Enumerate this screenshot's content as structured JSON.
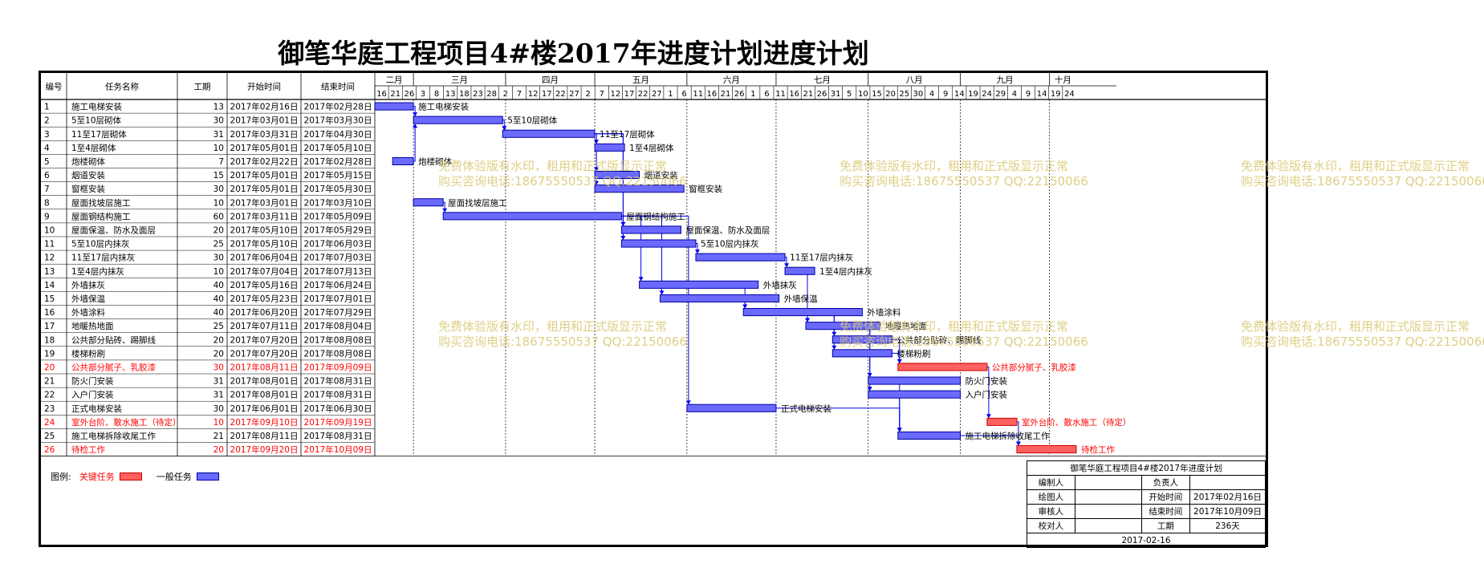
{
  "title": "御笔华庭工程项目4#楼2017年进度计划进度计划",
  "headers": {
    "id": "编号",
    "name": "任务名称",
    "duration": "工期",
    "start": "开始时间",
    "end": "结束时间"
  },
  "months": [
    {
      "label": "二月",
      "days": [
        "16",
        "21",
        "26"
      ]
    },
    {
      "label": "三月",
      "days": [
        "3",
        "8",
        "13",
        "18",
        "23",
        "28"
      ]
    },
    {
      "label": "四月",
      "days": [
        "2",
        "7",
        "12",
        "17",
        "22",
        "27"
      ]
    },
    {
      "label": "五月",
      "days": [
        "2",
        "7",
        "12",
        "17",
        "22",
        "27"
      ]
    },
    {
      "label": "六月",
      "days": [
        "1",
        "6",
        "11",
        "16",
        "21",
        "26"
      ]
    },
    {
      "label": "七月",
      "days": [
        "1",
        "6",
        "11",
        "16",
        "21",
        "26"
      ]
    },
    {
      "label": "八月",
      "days": [
        "31",
        "5",
        "10",
        "15",
        "20",
        "25"
      ]
    },
    {
      "label": "九月",
      "days": [
        "30",
        "4",
        "9",
        "14",
        "19",
        "24"
      ]
    },
    {
      "label": "十月",
      "days": [
        "29",
        "4",
        "9",
        "14",
        "19",
        "24"
      ]
    }
  ],
  "chart_data": {
    "type": "gantt",
    "title": "御笔华庭工程项目4#楼2017年进度计划进度计划",
    "x_range": [
      "2017-02-16",
      "2017-10-09"
    ],
    "grid": true,
    "tasks": [
      {
        "id": "1",
        "name": "施工电梯安装",
        "duration": "13",
        "start": "2017年02月16日",
        "end": "2017年02月28日",
        "s": "2017-02-16",
        "e": "2017-02-28",
        "critical": false
      },
      {
        "id": "2",
        "name": "5至10层砌体",
        "duration": "30",
        "start": "2017年03月01日",
        "end": "2017年03月30日",
        "s": "2017-03-01",
        "e": "2017-03-30",
        "critical": false
      },
      {
        "id": "3",
        "name": "11至17层砌体",
        "duration": "31",
        "start": "2017年03月31日",
        "end": "2017年04月30日",
        "s": "2017-03-31",
        "e": "2017-04-30",
        "critical": false
      },
      {
        "id": "4",
        "name": "1至4层砌体",
        "duration": "10",
        "start": "2017年05月01日",
        "end": "2017年05月10日",
        "s": "2017-05-01",
        "e": "2017-05-10",
        "critical": false
      },
      {
        "id": "5",
        "name": "炮楼砌体",
        "duration": "7",
        "start": "2017年02月22日",
        "end": "2017年02月28日",
        "s": "2017-02-22",
        "e": "2017-02-28",
        "critical": false
      },
      {
        "id": "6",
        "name": "烟道安装",
        "duration": "15",
        "start": "2017年05月01日",
        "end": "2017年05月15日",
        "s": "2017-05-01",
        "e": "2017-05-15",
        "critical": false
      },
      {
        "id": "7",
        "name": "窗框安装",
        "duration": "30",
        "start": "2017年05月01日",
        "end": "2017年05月30日",
        "s": "2017-05-01",
        "e": "2017-05-30",
        "critical": false
      },
      {
        "id": "8",
        "name": "屋面找坡层施工",
        "duration": "10",
        "start": "2017年03月01日",
        "end": "2017年03月10日",
        "s": "2017-03-01",
        "e": "2017-03-10",
        "critical": false
      },
      {
        "id": "9",
        "name": "屋面钢结构施工",
        "duration": "60",
        "start": "2017年03月11日",
        "end": "2017年05月09日",
        "s": "2017-03-11",
        "e": "2017-05-09",
        "critical": false
      },
      {
        "id": "10",
        "name": "屋面保温、防水及面层",
        "duration": "20",
        "start": "2017年05月10日",
        "end": "2017年05月29日",
        "s": "2017-05-10",
        "e": "2017-05-29",
        "critical": false
      },
      {
        "id": "11",
        "name": "5至10层内抹灰",
        "duration": "25",
        "start": "2017年05月10日",
        "end": "2017年06月03日",
        "s": "2017-05-10",
        "e": "2017-06-03",
        "critical": false
      },
      {
        "id": "12",
        "name": "11至17层内抹灰",
        "duration": "30",
        "start": "2017年06月04日",
        "end": "2017年07月03日",
        "s": "2017-06-04",
        "e": "2017-07-03",
        "critical": false
      },
      {
        "id": "13",
        "name": "1至4层内抹灰",
        "duration": "10",
        "start": "2017年07月04日",
        "end": "2017年07月13日",
        "s": "2017-07-04",
        "e": "2017-07-13",
        "critical": false
      },
      {
        "id": "14",
        "name": "外墙抹灰",
        "duration": "40",
        "start": "2017年05月16日",
        "end": "2017年06月24日",
        "s": "2017-05-16",
        "e": "2017-06-24",
        "critical": false
      },
      {
        "id": "15",
        "name": "外墙保温",
        "duration": "40",
        "start": "2017年05月23日",
        "end": "2017年07月01日",
        "s": "2017-05-23",
        "e": "2017-07-01",
        "critical": false
      },
      {
        "id": "16",
        "name": "外墙涂料",
        "duration": "40",
        "start": "2017年06月20日",
        "end": "2017年07月29日",
        "s": "2017-06-20",
        "e": "2017-07-29",
        "critical": false
      },
      {
        "id": "17",
        "name": "地暖热地面",
        "duration": "25",
        "start": "2017年07月11日",
        "end": "2017年08月04日",
        "s": "2017-07-11",
        "e": "2017-08-04",
        "critical": false
      },
      {
        "id": "18",
        "name": "公共部分贴砖、踢脚线",
        "duration": "20",
        "start": "2017年07月20日",
        "end": "2017年08月08日",
        "s": "2017-07-20",
        "e": "2017-08-08",
        "critical": false
      },
      {
        "id": "19",
        "name": "楼梯粉刷",
        "duration": "20",
        "start": "2017年07月20日",
        "end": "2017年08月08日",
        "s": "2017-07-20",
        "e": "2017-08-08",
        "critical": false
      },
      {
        "id": "20",
        "name": "公共部分腻子、乳胶漆",
        "duration": "30",
        "start": "2017年08月11日",
        "end": "2017年09月09日",
        "s": "2017-08-11",
        "e": "2017-09-09",
        "critical": true
      },
      {
        "id": "21",
        "name": "防火门安装",
        "duration": "31",
        "start": "2017年08月01日",
        "end": "2017年08月31日",
        "s": "2017-08-01",
        "e": "2017-08-31",
        "critical": false
      },
      {
        "id": "22",
        "name": "入户门安装",
        "duration": "31",
        "start": "2017年08月01日",
        "end": "2017年08月31日",
        "s": "2017-08-01",
        "e": "2017-08-31",
        "critical": false
      },
      {
        "id": "23",
        "name": "正式电梯安装",
        "duration": "30",
        "start": "2017年06月01日",
        "end": "2017年06月30日",
        "s": "2017-06-01",
        "e": "2017-06-30",
        "critical": false
      },
      {
        "id": "24",
        "name": "室外台阶、散水施工（待定）",
        "duration": "10",
        "start": "2017年09月10日",
        "end": "2017年09月19日",
        "s": "2017-09-10",
        "e": "2017-09-19",
        "critical": true
      },
      {
        "id": "25",
        "name": "施工电梯拆除收尾工作",
        "duration": "21",
        "start": "2017年08月11日",
        "end": "2017年08月31日",
        "s": "2017-08-11",
        "e": "2017-08-31",
        "critical": false
      },
      {
        "id": "26",
        "name": "待检工作",
        "duration": "20",
        "start": "2017年09月20日",
        "end": "2017年10月09日",
        "s": "2017-09-20",
        "e": "2017-10-09",
        "critical": true
      }
    ],
    "links": [
      [
        1,
        2
      ],
      [
        2,
        3
      ],
      [
        3,
        4
      ],
      [
        3,
        6
      ],
      [
        3,
        7
      ],
      [
        3,
        10
      ],
      [
        3,
        11
      ],
      [
        5,
        2
      ],
      [
        8,
        9
      ],
      [
        9,
        10
      ],
      [
        9,
        11
      ],
      [
        9,
        14
      ],
      [
        9,
        15
      ],
      [
        9,
        23
      ],
      [
        11,
        12
      ],
      [
        12,
        13
      ],
      [
        14,
        16
      ],
      [
        15,
        16
      ],
      [
        16,
        17
      ],
      [
        16,
        18
      ],
      [
        16,
        19
      ],
      [
        13,
        17
      ],
      [
        17,
        21
      ],
      [
        17,
        22
      ],
      [
        18,
        20
      ],
      [
        19,
        20
      ],
      [
        20,
        24
      ],
      [
        21,
        25
      ],
      [
        22,
        25
      ],
      [
        23,
        25
      ],
      [
        24,
        26
      ],
      [
        25,
        26
      ]
    ],
    "colors": {
      "critical": "#ff6060",
      "normal": "#6a6aff",
      "link": "#0000ee",
      "critical_text": "#ff0000"
    }
  },
  "legend": {
    "label": "图例:",
    "critical": "关键任务",
    "normal": "一般任务"
  },
  "info": {
    "title": "御笔华庭工程项目4#楼2017年进度计划",
    "editor_label": "编制人",
    "owner_label": "负责人",
    "drawer_label": "绘图人",
    "start_label": "开始时间",
    "start_value": "2017年02月16日",
    "reviewer_label": "审核人",
    "end_label": "结束时间",
    "end_value": "2017年10月09日",
    "checker_label": "校对人",
    "duration_label": "工期",
    "duration_value": "236天",
    "date": "2017-02-16"
  },
  "watermark": {
    "line1": "免费体验版有水印，租用和正式版显示正常",
    "line2": "购买咨询电话:18675550537 QQ:22150066"
  }
}
